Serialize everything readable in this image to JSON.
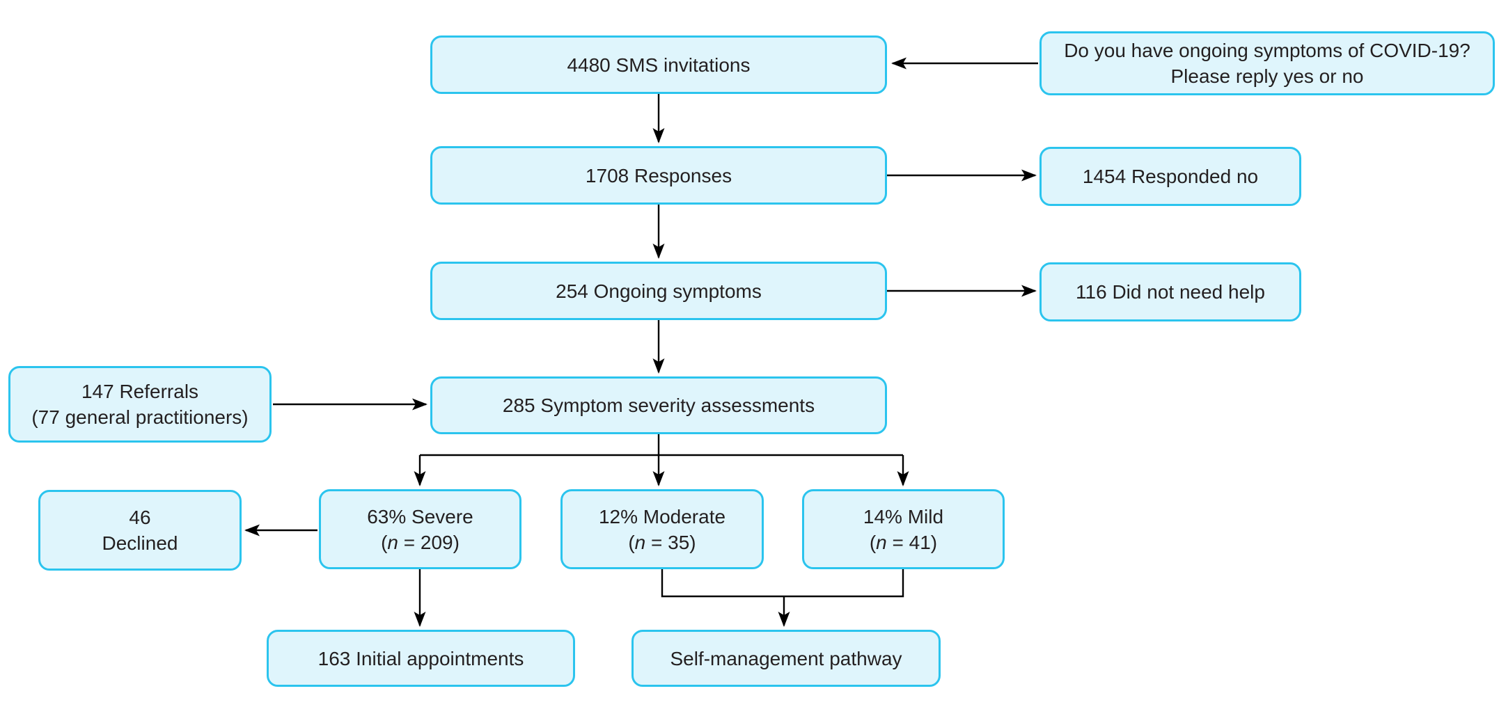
{
  "figure": {
    "type": "flowchart",
    "topic": "SMS triage of ongoing COVID-19 symptoms"
  },
  "colors": {
    "box_fill": "#dff5fc",
    "box_border": "#2bc4ee",
    "arrow": "#000000",
    "text": "#231f20",
    "background": "#ffffff"
  },
  "nodes": {
    "sms_invitations": {
      "label": "4480 SMS invitations"
    },
    "question": {
      "line1": "Do you have ongoing symptoms of COVID-19?",
      "line2": "Please reply yes or no"
    },
    "responses": {
      "label": "1708 Responses"
    },
    "responded_no": {
      "label": "1454 Responded no"
    },
    "ongoing_symptoms": {
      "label": "254 Ongoing symptoms"
    },
    "did_not_need_help": {
      "label": "116 Did not need help"
    },
    "referrals": {
      "line1": "147 Referrals",
      "line2": "(77 general practitioners)"
    },
    "assessments": {
      "label": "285 Symptom severity assessments"
    },
    "declined": {
      "line1": "46",
      "line2": "Declined"
    },
    "severe": {
      "line1": "63% Severe",
      "paren_open": "(",
      "n": "n",
      "n_rest": " = 209)"
    },
    "moderate": {
      "line1": "12% Moderate",
      "paren_open": "(",
      "n": "n",
      "n_rest": " = 35)"
    },
    "mild": {
      "line1": "14% Mild",
      "paren_open": "(",
      "n": "n",
      "n_rest": " = 41)"
    },
    "initial_appointments": {
      "label": "163 Initial appointments"
    },
    "self_management": {
      "label": "Self-management pathway"
    }
  },
  "edges": [
    {
      "from": "question",
      "to": "sms_invitations"
    },
    {
      "from": "sms_invitations",
      "to": "responses"
    },
    {
      "from": "responses",
      "to": "responded_no"
    },
    {
      "from": "responses",
      "to": "ongoing_symptoms"
    },
    {
      "from": "ongoing_symptoms",
      "to": "did_not_need_help"
    },
    {
      "from": "ongoing_symptoms",
      "to": "assessments"
    },
    {
      "from": "referrals",
      "to": "assessments"
    },
    {
      "from": "assessments",
      "to": "severe"
    },
    {
      "from": "assessments",
      "to": "moderate"
    },
    {
      "from": "assessments",
      "to": "mild"
    },
    {
      "from": "severe",
      "to": "declined"
    },
    {
      "from": "severe",
      "to": "initial_appointments"
    },
    {
      "from": "moderate",
      "to": "self_management"
    },
    {
      "from": "mild",
      "to": "self_management"
    }
  ]
}
